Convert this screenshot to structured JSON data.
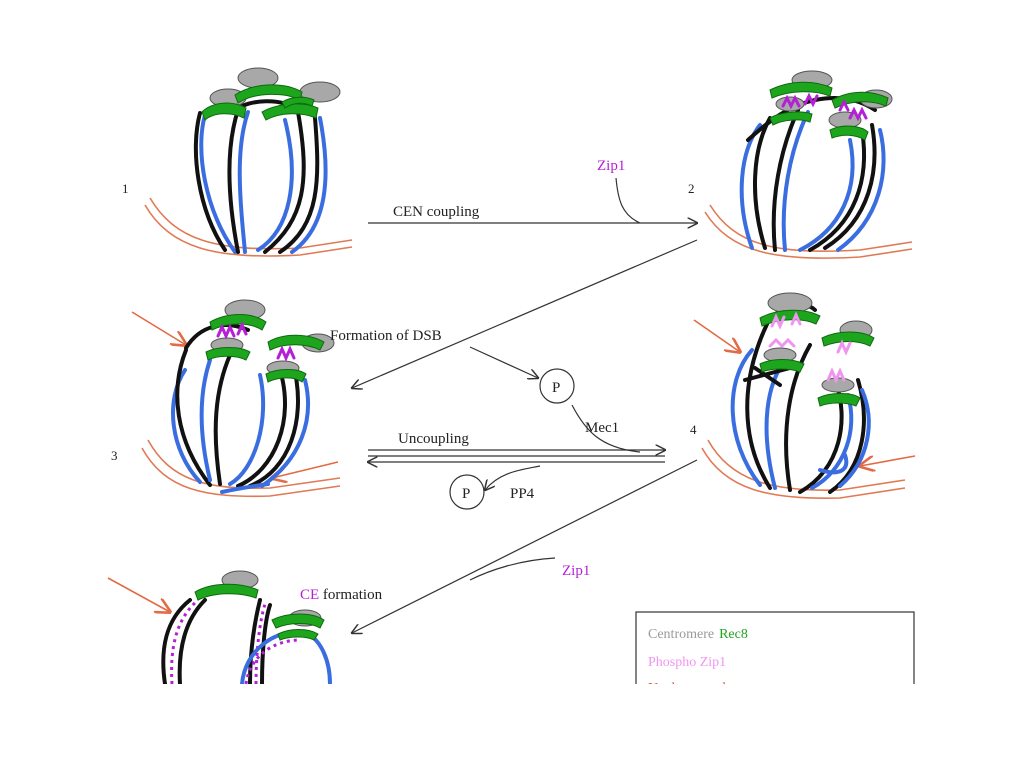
{
  "labels": {
    "cen_coupling": "CEN coupling",
    "zip1_top": "Zip1",
    "formation_of_dsb": "Formation of DSB",
    "p_upper": "P",
    "mec1": "Mec1",
    "uncoupling": "Uncoupling",
    "p_lower": "P",
    "pp4": "PP4",
    "zip1_bottom": "Zip1",
    "ce_prefix": "CE",
    "ce_suffix": " formation"
  },
  "stages": [
    "1",
    "2",
    "3",
    "4"
  ],
  "legend": {
    "centromere": "Centromere",
    "rec8": "Rec8",
    "phospho_zip1": "Phospho Zip1",
    "nuclear_envelope": "Nuclear envelope"
  },
  "colors": {
    "centromere": "#a8a8a8",
    "rec8": "#1ea51e",
    "phospho_zip1": "#f095ef",
    "zip1": "#b51fd6",
    "nuclear_envelope": "#d2451e",
    "chromatid_a": "#111111",
    "chromatid_b": "#3a6ee0"
  },
  "icons": {
    "centromere": "grey-ellipse-icon",
    "rec8": "green-cohesin-icon",
    "arrow": "orange-arrow-icon"
  }
}
